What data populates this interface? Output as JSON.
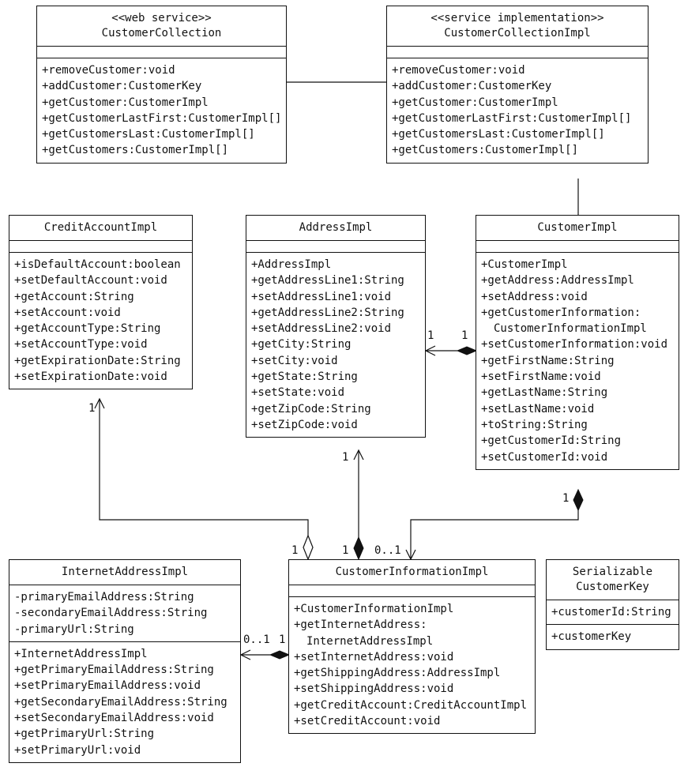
{
  "classes": {
    "customer_collection": {
      "stereotype": "<<web service>>",
      "name": "CustomerCollection",
      "attributes": [],
      "operations": [
        "+removeCustomer:void",
        "+addCustomer:CustomerKey",
        "+getCustomer:CustomerImpl",
        "+getCustomerLastFirst:CustomerImpl[]",
        "+getCustomersLast:CustomerImpl[]",
        "+getCustomers:CustomerImpl[]"
      ]
    },
    "customer_collection_impl": {
      "stereotype": "<<service implementation>>",
      "name": "CustomerCollectionImpl",
      "attributes": [],
      "operations": [
        "+removeCustomer:void",
        "+addCustomer:CustomerKey",
        "+getCustomer:CustomerImpl",
        "+getCustomerLastFirst:CustomerImpl[]",
        "+getCustomersLast:CustomerImpl[]",
        "+getCustomers:CustomerImpl[]"
      ]
    },
    "credit_account_impl": {
      "name": "CreditAccountImpl",
      "attributes": [],
      "operations": [
        "+isDefaultAccount:boolean",
        "+setDefaultAccount:void",
        "+getAccount:String",
        "+setAccount:void",
        "+getAccountType:String",
        "+setAccountType:void",
        "+getExpirationDate:String",
        "+setExpirationDate:void"
      ]
    },
    "address_impl": {
      "name": "AddressImpl",
      "attributes": [],
      "operations": [
        "+AddressImpl",
        "+getAddressLine1:String",
        "+setAddressLine1:void",
        "+getAddressLine2:String",
        "+setAddressLine2:void",
        "+getCity:String",
        "+setCity:void",
        "+getState:String",
        "+setState:void",
        "+getZipCode:String",
        "+setZipCode:void"
      ]
    },
    "customer_impl": {
      "name": "CustomerImpl",
      "attributes": [],
      "operations": [
        "+CustomerImpl",
        "+getAddress:AddressImpl",
        "+setAddress:void",
        "+getCustomerInformation:",
        "CustomerInformationImpl",
        "+setCustomerInformation:void",
        "+getFirstName:String",
        "+setFirstName:void",
        "+getLastName:String",
        "+setLastName:void",
        "+toString:String",
        "+getCustomerId:String",
        "+setCustomerId:void"
      ]
    },
    "internet_address_impl": {
      "name": "InternetAddressImpl",
      "attributes": [
        "-primaryEmailAddress:String",
        "-secondaryEmailAddress:String",
        "-primaryUrl:String"
      ],
      "operations": [
        "+InternetAddressImpl",
        "+getPrimaryEmailAddress:String",
        "+setPrimaryEmailAddress:void",
        "+getSecondaryEmailAddress:String",
        "+setSecondaryEmailAddress:void",
        "+getPrimaryUrl:String",
        "+setPrimaryUrl:void"
      ]
    },
    "customer_information_impl": {
      "name": "CustomerInformationImpl",
      "attributes": [],
      "operations": [
        "+CustomerInformationImpl",
        "+getInternetAddress:",
        "InternetAddressImpl",
        "+setInternetAddress:void",
        "+getShippingAddress:AddressImpl",
        "+setShippingAddress:void",
        "+getCreditAccount:CreditAccountImpl",
        "+setCreditAccount:void"
      ]
    },
    "customer_key": {
      "stereotype": "Serializable",
      "name": "CustomerKey",
      "attributes": [
        "+customerId:String"
      ],
      "operations": [
        "+customerKey"
      ]
    }
  },
  "relations": {
    "address_customer": {
      "source_mult": "1",
      "target_mult": "1"
    },
    "credit_account": {
      "source_mult": "1",
      "target_mult": "1"
    },
    "shipping_address": {
      "source_mult": "1",
      "target_mult": "1"
    },
    "customer_information": {
      "source_mult": "1",
      "target_mult": "0..1"
    },
    "internet_address": {
      "source_mult": "1",
      "target_mult": "0..1"
    }
  }
}
